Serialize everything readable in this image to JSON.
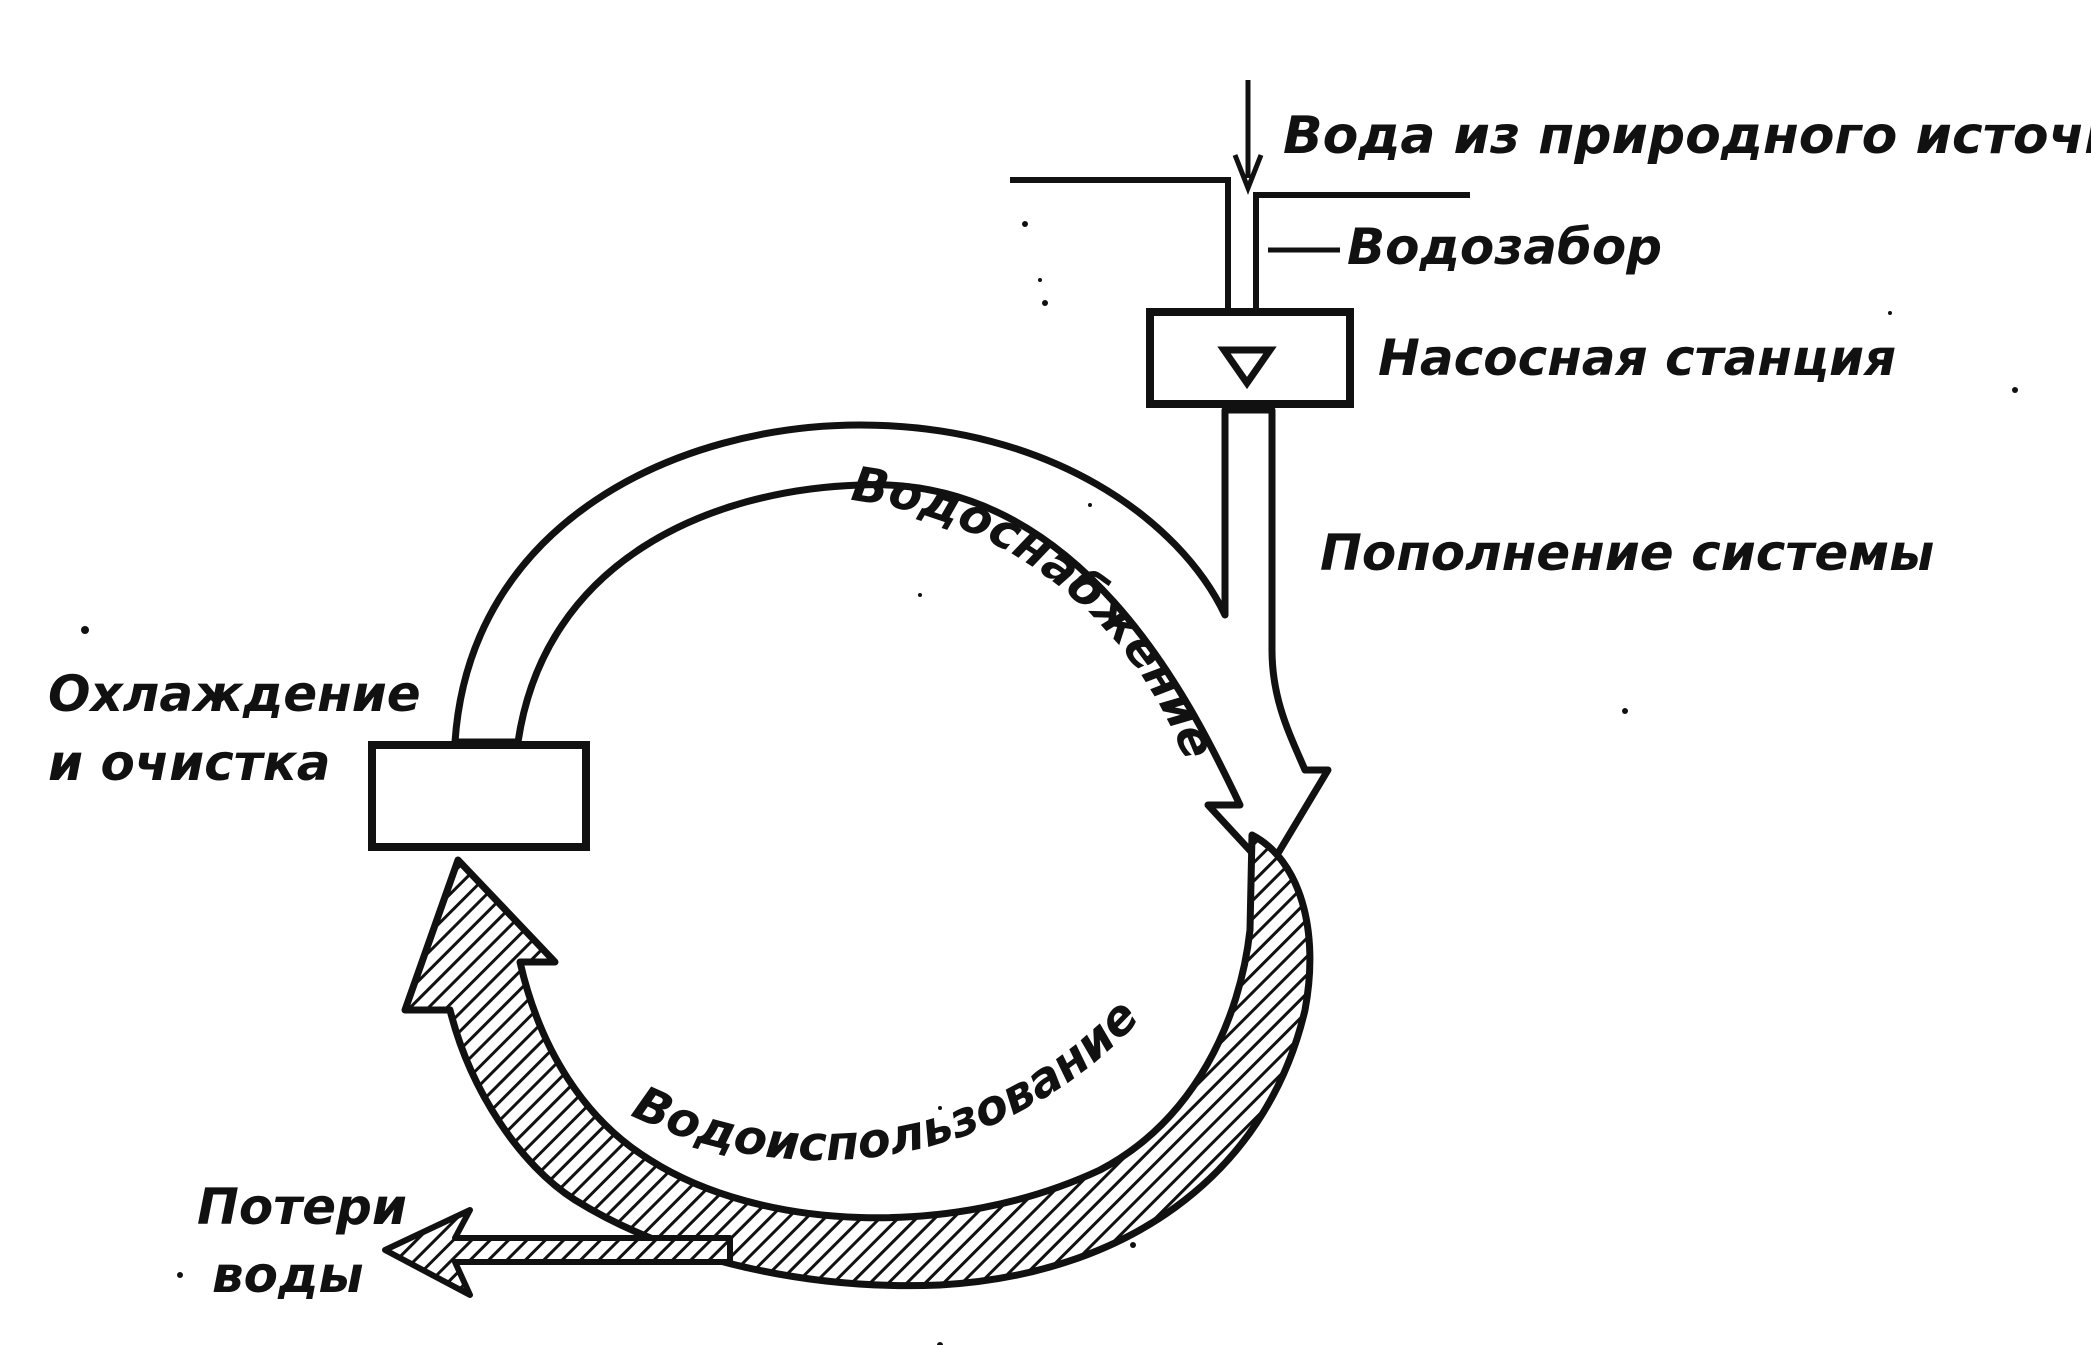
{
  "diagram": {
    "labels": {
      "source": "Вода из природного источника",
      "intake": "Водозабор",
      "pump_station": "Насосная станция",
      "replenishment": "Пополнение системы",
      "supply": "Водоснабжение",
      "usage": "Водоиспользование",
      "cooling_line1": "Охлаждение",
      "cooling_line2": "и очистка",
      "losses_line1": "Потери",
      "losses_line2": "воды"
    },
    "colors": {
      "ink": "#111111",
      "background": "#ffffff"
    }
  }
}
